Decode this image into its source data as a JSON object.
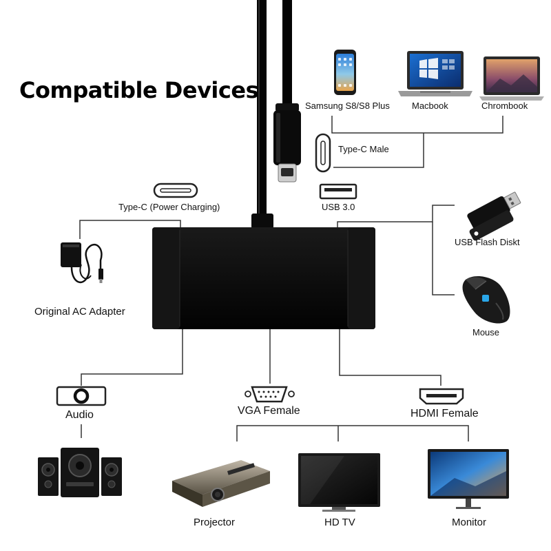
{
  "title": "Compatible Devices",
  "labels": {
    "samsung": "Samsung S8/S8 Plus",
    "macbook": "Macbook",
    "chromebook": "Chrombook",
    "typec_male": "Type-C Male",
    "typec_power": "Type-C (Power Charging)",
    "usb3": "USB 3.0",
    "usb_flash": "USB Flash Diskt",
    "ac_adapter": "Original AC Adapter",
    "mouse": "Mouse",
    "audio": "Audio",
    "vga": "VGA Female",
    "hdmi": "HDMI Female",
    "projector": "Projector",
    "hdtv": "HD TV",
    "monitor": "Monitor"
  },
  "icons": [
    "phone-icon",
    "laptop-icon",
    "chromebook-icon",
    "typec-port-icon",
    "usb-port-icon",
    "usb-flash-drive-icon",
    "ac-adapter-icon",
    "mouse-icon",
    "audio-jack-icon",
    "vga-port-icon",
    "hdmi-port-icon",
    "speakers-icon",
    "projector-icon",
    "tv-icon",
    "monitor-icon"
  ],
  "colors": {
    "hub": "#0a0a0a",
    "line": "#333333",
    "text": "#111111"
  }
}
